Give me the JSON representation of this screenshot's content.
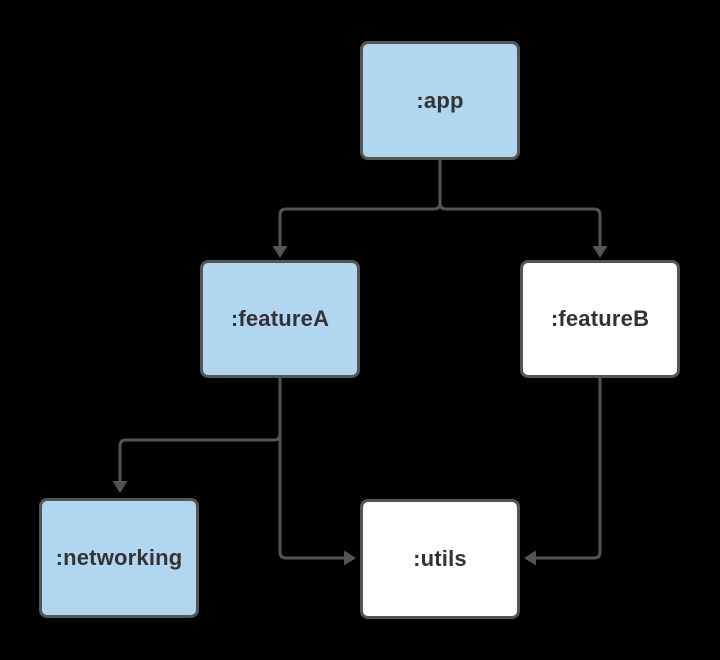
{
  "colors": {
    "background": "#000000",
    "node_fill_blue": "#b1d6f0",
    "node_fill_white": "#ffffff",
    "node_border": "#545454",
    "edge_stroke": "#545454",
    "label_text": "#333333"
  },
  "diagram": {
    "type": "module-dependency-graph",
    "nodes": [
      {
        "id": "app",
        "label": ":app",
        "variant": "blue"
      },
      {
        "id": "featureA",
        "label": ":featureA",
        "variant": "blue"
      },
      {
        "id": "featureB",
        "label": ":featureB",
        "variant": "white"
      },
      {
        "id": "networking",
        "label": ":networking",
        "variant": "blue"
      },
      {
        "id": "utils",
        "label": ":utils",
        "variant": "white"
      }
    ],
    "edges": [
      {
        "from": "app",
        "to": "featureA"
      },
      {
        "from": "app",
        "to": "featureB"
      },
      {
        "from": "featureA",
        "to": "networking"
      },
      {
        "from": "featureA",
        "to": "utils"
      },
      {
        "from": "featureB",
        "to": "utils"
      }
    ]
  }
}
